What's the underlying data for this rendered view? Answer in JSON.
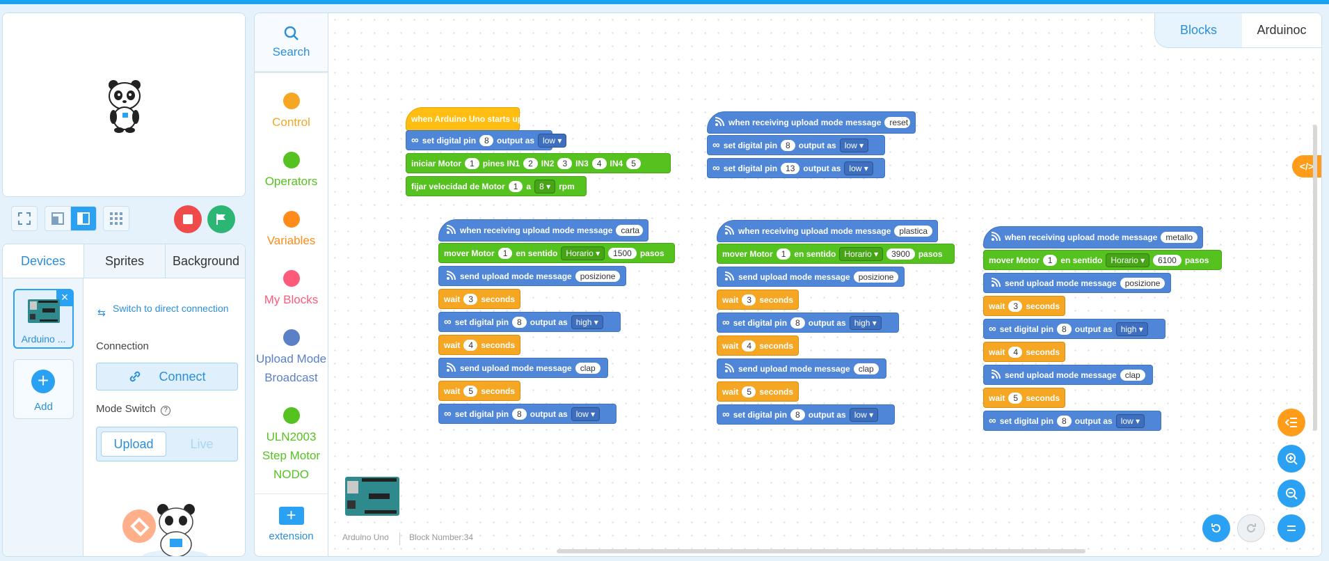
{
  "tabs": {
    "devices": "Devices",
    "sprites": "Sprites",
    "background": "Background"
  },
  "device": {
    "name": "Arduino ...",
    "close": "×",
    "add_label": "Add"
  },
  "panel": {
    "switch_direct": "Switch to direct connection",
    "connection_label": "Connection",
    "connect_label": "Connect",
    "mode_switch_label": "Mode Switch",
    "mode_upload": "Upload",
    "mode_live": "Live"
  },
  "categories": {
    "search": "Search",
    "control": "Control",
    "operators": "Operators",
    "variables": "Variables",
    "my_blocks": "My Blocks",
    "upload_mode_1": "Upload Mode",
    "upload_mode_2": "Broadcast",
    "uln_1": "ULN2003",
    "uln_2": "Step Motor",
    "uln_3": "NODO",
    "extension": "extension"
  },
  "colors": {
    "control": "#f5a623",
    "operators": "#55c21f",
    "variables": "#ff8c1a",
    "my_blocks": "#ff5a7a",
    "upload_mode": "#5b80c8",
    "uln": "#55c21f",
    "accent": "#2aa1f3"
  },
  "code_tabs": {
    "blocks": "Blocks",
    "code": "Arduinoc"
  },
  "footer": {
    "device": "Arduino Uno",
    "block_number": "Block Number:34"
  },
  "scripts": {
    "start": {
      "hat": "when Arduino Uno starts up",
      "set_pin": "set digital pin",
      "pin": "8",
      "output_as": "output as",
      "low": "low",
      "iniciar": "iniciar Motor",
      "motor": "1",
      "pines_in1": "pines IN1",
      "in1": "2",
      "in2_lbl": "IN2",
      "in2": "3",
      "in3_lbl": "IN3",
      "in3": "4",
      "in4_lbl": "IN4",
      "in4": "5",
      "fijar": "fijar velocidad de Motor",
      "fmotor": "1",
      "a": "a",
      "speed": "8",
      "rpm": "rpm"
    },
    "reset": {
      "hat": "when receiving upload mode message",
      "msg": "reset",
      "set_pin": "set digital pin",
      "pin1": "8",
      "pin2": "13",
      "output_as": "output as",
      "low": "low"
    },
    "common": {
      "hat": "when receiving upload mode message",
      "mover": "mover Motor",
      "motor": "1",
      "en_sentido": "en sentido",
      "horario": "Horario",
      "pasos": "pasos",
      "send": "send upload mode message",
      "posicione": "posizione",
      "clap": "clap",
      "wait": "wait",
      "seconds": "seconds",
      "w1": "3",
      "w2": "4",
      "w3": "5",
      "set_pin": "set digital pin",
      "pin": "8",
      "output_as": "output as",
      "high": "high",
      "low": "low"
    },
    "carta": {
      "msg": "carta",
      "steps": "1500"
    },
    "plastica": {
      "msg": "plastica",
      "steps": "3900"
    },
    "metallo": {
      "msg": "metallo",
      "steps": "6100"
    }
  }
}
